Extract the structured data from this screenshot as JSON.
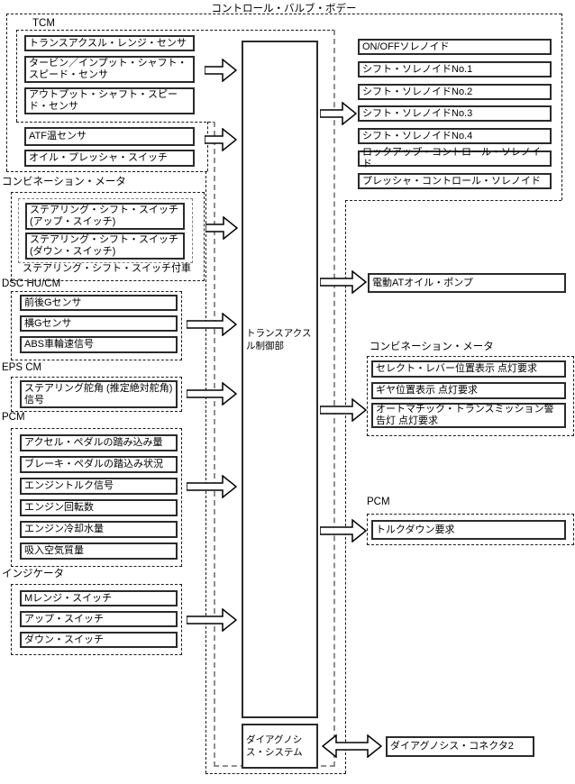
{
  "title": "コントロール・バルブ・ボデー",
  "tcm": {
    "label": "TCM",
    "sensors_speed": [
      "トランスアクスル・レンジ・センサ",
      "タービン／インプット・シャフト・スピード・センサ",
      "アウトプット・シャフト・スピード・センサ"
    ],
    "sensors_hydraulic": [
      "ATF温センサ",
      "オイル・プレッシャ・スイッチ"
    ]
  },
  "combo_meter_left": {
    "label": "コンビネーション・メータ",
    "switches": [
      "ステアリング・シフト・スイッチ(アップ・スイッチ)",
      "ステアリング・シフト・スイッチ(ダウン・スイッチ)"
    ],
    "note": "ステアリング・シフト・スイッチ付車"
  },
  "dsc": {
    "label": "DSC HU/CM",
    "signals": [
      "前後Gセンサ",
      "横Gセンサ",
      "ABS車輪速信号"
    ]
  },
  "eps": {
    "label": "EPS CM",
    "signals": [
      "ステアリング舵角 (推定絶対舵角)信号"
    ]
  },
  "pcm_left": {
    "label": "PCM",
    "signals": [
      "アクセル・ペダルの踏み込み量",
      "ブレーキ・ペダルの踏込み状況",
      "エンジントルク信号",
      "エンジン回転数",
      "エンジン冷却水量",
      "吸入空気質量"
    ]
  },
  "indicator": {
    "label": "インジケータ",
    "switches": [
      "Mレンジ・スイッチ",
      "アップ・スイッチ",
      "ダウン・スイッチ"
    ]
  },
  "center": {
    "control_unit": "トランスアクスル制御部",
    "diagnosis_system": "ダイアグノシス・システム"
  },
  "outputs": {
    "solenoids": [
      "ON/OFFソレノイド",
      "シフト・ソレノイドNo.1",
      "シフト・ソレノイドNo.2",
      "シフト・ソレノイドNo.3",
      "シフト・ソレノイドNo.4",
      "ロックアップ・コントロール・ソレノイド",
      "プレッシャ・コントロール・ソレノイド"
    ],
    "oil_pump": "電動ATオイル・ポンプ"
  },
  "combo_meter_right": {
    "label": "コンビネーション・メータ",
    "requests": [
      "セレクト・レバー位置表示 点灯要求",
      "ギヤ位置表示 点灯要求",
      "オートマチック・トランスミッション警告灯 点灯要求"
    ]
  },
  "pcm_right": {
    "label": "PCM",
    "requests": [
      "トルクダウン要求"
    ]
  },
  "diagnosis_connector": "ダイアグノシス・コネクタ2"
}
